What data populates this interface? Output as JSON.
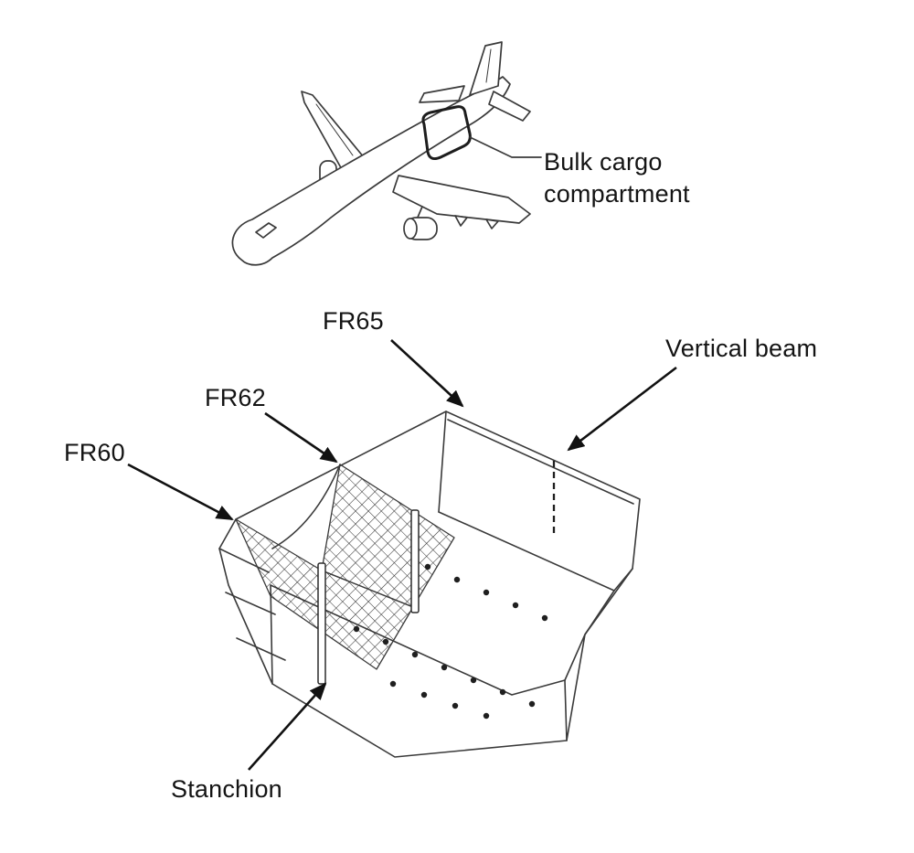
{
  "figure": {
    "type": "technical-diagram",
    "subject": "Aircraft bulk cargo compartment with cargo nets, stanchions and frame stations",
    "background_color": "#ffffff",
    "line_color": "#3a3a3a",
    "text_color": "#141414",
    "accent_color": "#111111"
  },
  "labels": {
    "bulk_cargo_compartment": "Bulk cargo compartment",
    "fr65": "FR65",
    "fr62": "FR62",
    "fr60": "FR60",
    "vertical_beam": "Vertical beam",
    "stanchion": "Stanchion"
  },
  "icons": {
    "arrows": "solid-black-annotation-arrows",
    "net_pattern": "diamond-cross-hatch-mesh",
    "vertical_beam_style": "dashed-line",
    "tie_down_points": "floor-dot-markers"
  }
}
